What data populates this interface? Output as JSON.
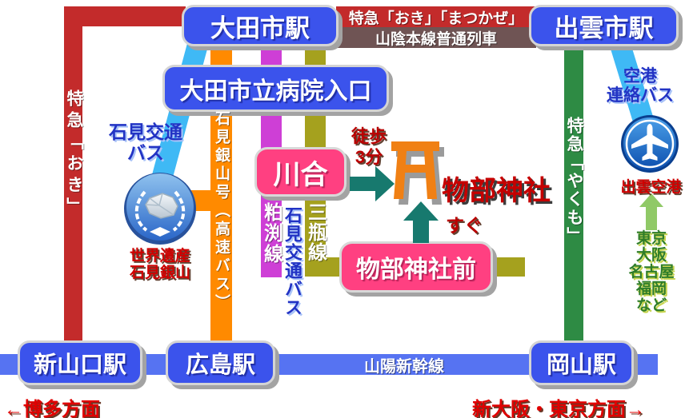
{
  "colors": {
    "station_box_blue": "#3B53EC",
    "stop_box_pink": "#FF4081",
    "jr_red": "#C32B2B",
    "local_brown": "#6F5454",
    "highway_bus_orange": "#FF8A00",
    "bus_cyan": "#3FB9F5",
    "kasubuchi_magenta": "#CE3FD6",
    "sanbe_olive": "#A5A11E",
    "yakumo_green": "#2E8B44",
    "shinkansen_blue": "#5673F2",
    "arrow_teal": "#17796E",
    "arrow_lightgreen": "#90C967",
    "torii_orange": "#F08014"
  },
  "stations": {
    "odashi": "大田市駅",
    "izumoshi": "出雲市駅",
    "hospital_entrance": "大田市立病院入口",
    "kawai": "川合",
    "monobe_jinja_mae": "物部神社前",
    "shin_yamaguchi": "新山口駅",
    "hiroshima": "広島駅",
    "okayama": "岡山駅"
  },
  "rail": {
    "express_oki_matsukaze": "特急「おき」「まつかぜ」",
    "sanin_local": "山陰本線普通列車",
    "express_oki": "特急「おき」",
    "express_yakumo": "特急「やくも」",
    "sanyo_shinkansen": "山陽新幹線"
  },
  "bus": {
    "iwami_kotsu_line1": "石見交通",
    "iwami_kotsu_line2": "バス",
    "ginzan_go": "石見銀山号（高速バス）",
    "kasubuchi_line": "粕渕線",
    "sanbe_line": "三瓶線",
    "iwami_kotsu_vertical": "石見交通バス",
    "airport_bus_line1": "空港",
    "airport_bus_line2": "連絡バス"
  },
  "destination": {
    "shrine": "物部神社",
    "walk_line1": "徒歩",
    "walk_line2": "3分",
    "immediately": "すぐ"
  },
  "landmarks": {
    "heritage_line1": "世界遺産",
    "heritage_line2": "石見銀山",
    "izumo_airport": "出雲空港"
  },
  "directions": {
    "hakata": "←博多方面",
    "shin_osaka_tokyo": "新大阪・東京方面→",
    "cities": [
      "東京",
      "大阪",
      "名古屋",
      "福岡",
      "など"
    ]
  }
}
